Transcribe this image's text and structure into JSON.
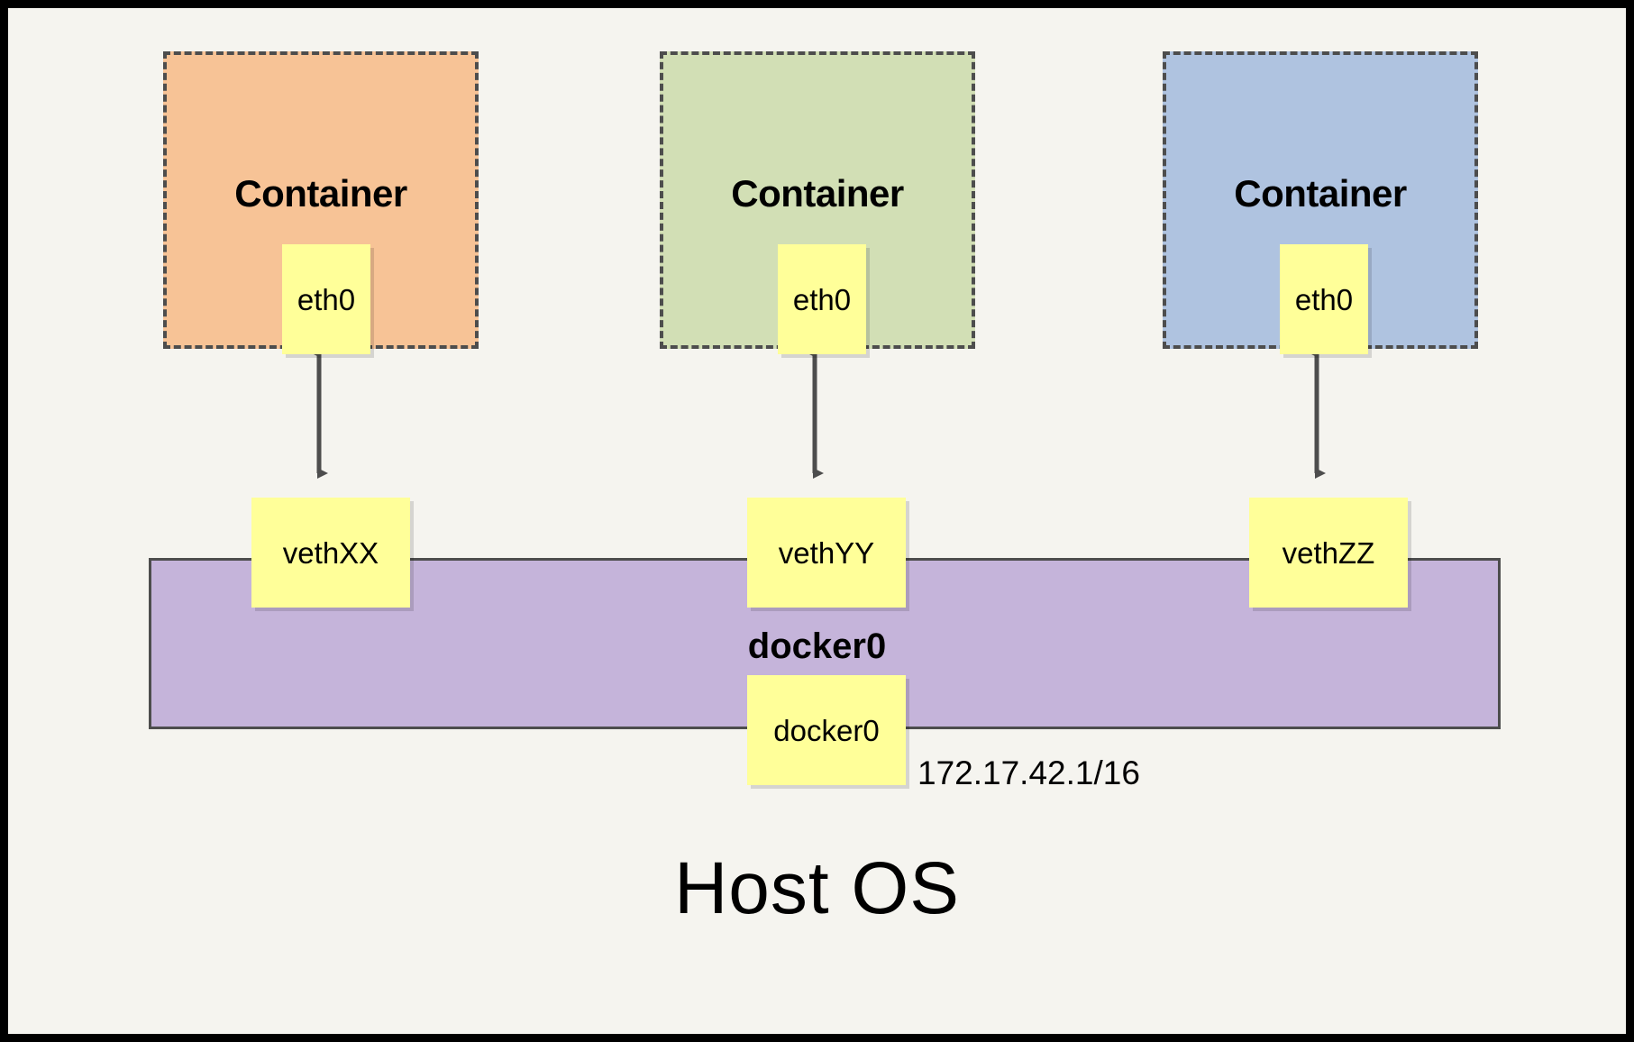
{
  "diagram": {
    "title_label": "Host OS",
    "bridge": {
      "name": "docker0",
      "box_label": "docker0",
      "ip": "172.17.42.1/16",
      "color": "#c5b4da",
      "border_color": "#4d4d4d"
    },
    "background_color": "#f5f4ef",
    "frame_color": "#000000",
    "note_color": "#ffff99",
    "containers": [
      {
        "label": "Container",
        "iface_label": "eth0",
        "color": "#f7c396",
        "veth_label": "vethXX"
      },
      {
        "label": "Container",
        "iface_label": "eth0",
        "color": "#d2dfb5",
        "veth_label": "vethYY"
      },
      {
        "label": "Container",
        "iface_label": "eth0",
        "color": "#afc3e0",
        "veth_label": "vethZZ"
      }
    ]
  }
}
